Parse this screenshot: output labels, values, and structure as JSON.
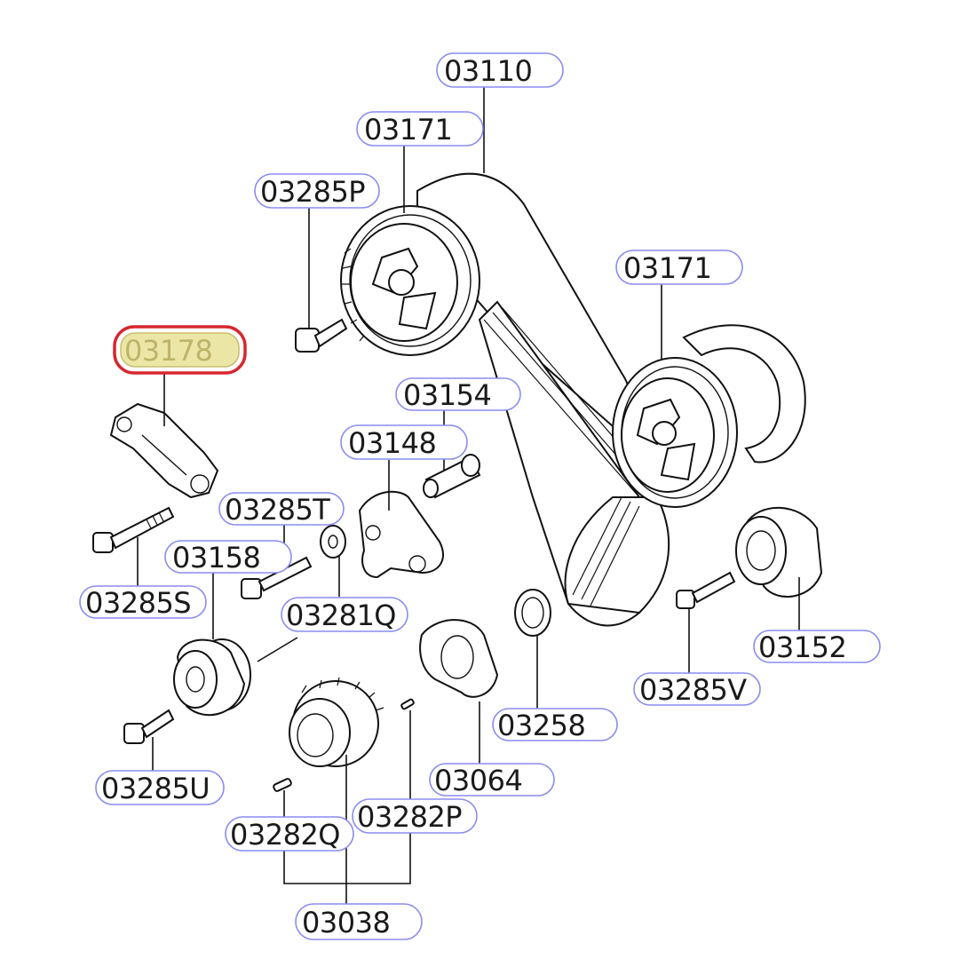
{
  "callouts": [
    {
      "id": "03110"
    },
    {
      "id": "03171"
    },
    {
      "id": "03285P"
    },
    {
      "id": "03171"
    },
    {
      "id": "03178",
      "selected": true
    },
    {
      "id": "03154"
    },
    {
      "id": "03148"
    },
    {
      "id": "03285T"
    },
    {
      "id": "03158"
    },
    {
      "id": "03285S"
    },
    {
      "id": "03281Q"
    },
    {
      "id": "03152"
    },
    {
      "id": "03285V"
    },
    {
      "id": "03258"
    },
    {
      "id": "03064"
    },
    {
      "id": "03285U"
    },
    {
      "id": "03282Q"
    },
    {
      "id": "03282P"
    },
    {
      "id": "03038"
    }
  ],
  "colors": {
    "pill_border": "#8a8cf0",
    "selected_fill": "#ece6a6",
    "selected_ring": "#d7262e",
    "line": "#111111"
  }
}
